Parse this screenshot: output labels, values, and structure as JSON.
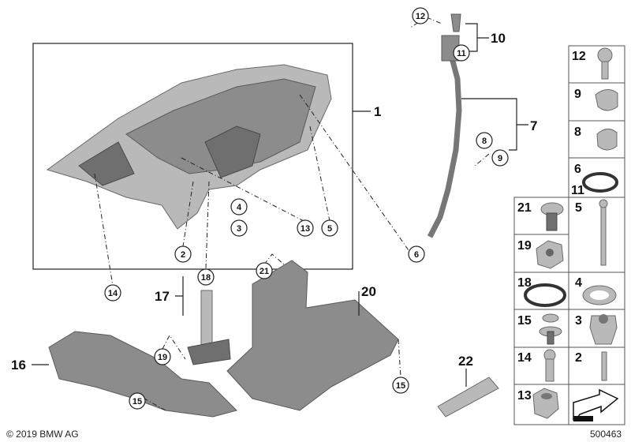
{
  "labels": {
    "main": [
      "1",
      "7",
      "10",
      "16",
      "17",
      "20",
      "22"
    ],
    "callouts": [
      "12",
      "11",
      "8",
      "9",
      "4",
      "3",
      "13",
      "5",
      "2",
      "6",
      "18",
      "14",
      "21",
      "19",
      "15",
      "15"
    ]
  },
  "legend": {
    "cells": [
      "12",
      "9",
      "8",
      "6",
      "11",
      "21",
      "5",
      "19",
      "18",
      "4",
      "15",
      "3",
      "14",
      "2",
      "13"
    ]
  },
  "footer": {
    "copyright": "© 2019 BMW AG",
    "diagram_number": "500463"
  }
}
